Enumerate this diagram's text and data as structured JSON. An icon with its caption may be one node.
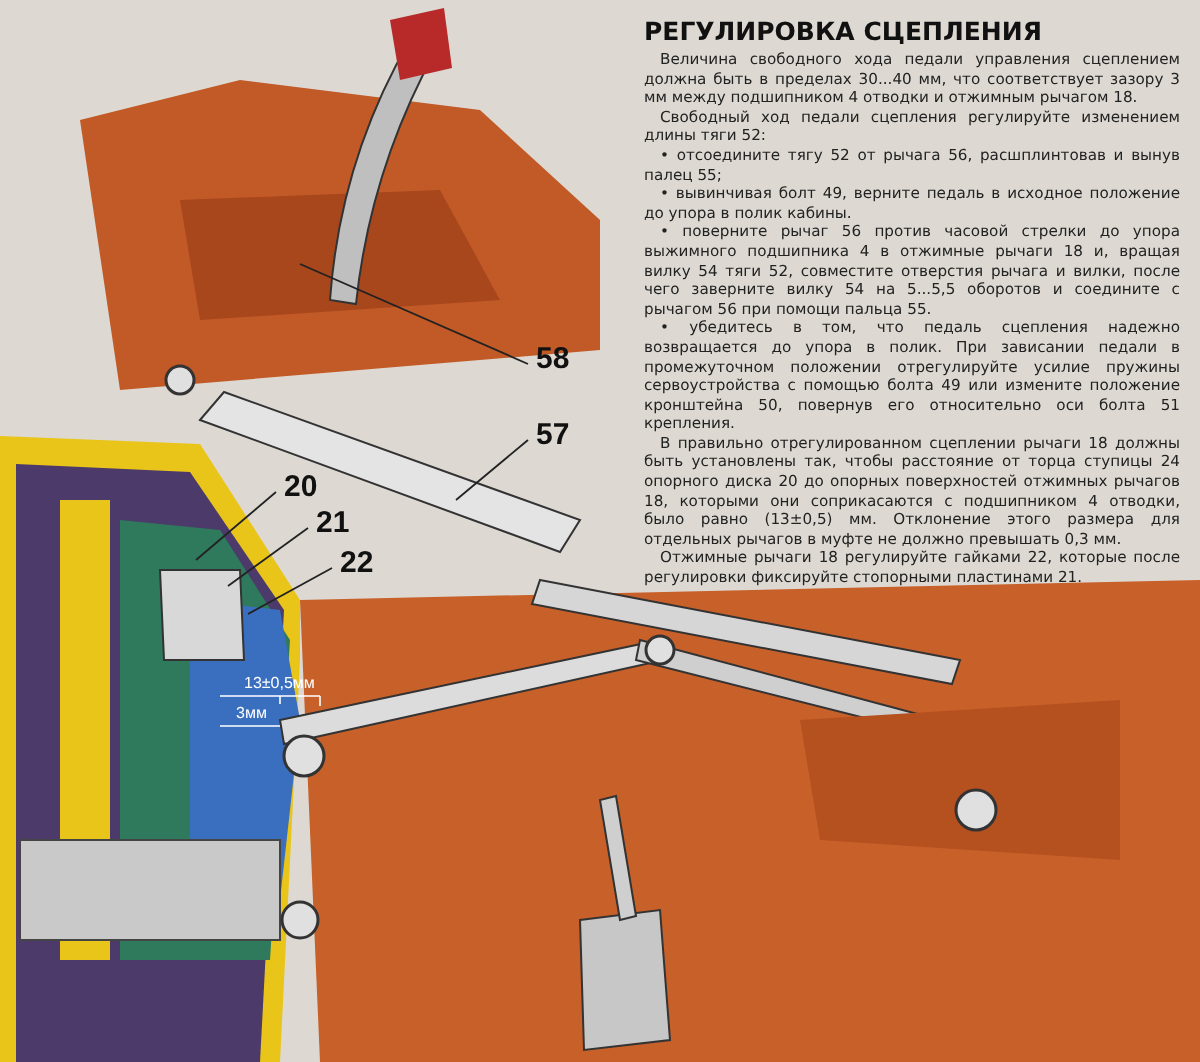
{
  "diagram": {
    "title": "РЕГУЛИРОВКА СЦЕПЛЕНИЯ",
    "nodes": [
      {
        "text": [
          "58"
        ]
      },
      {
        "text": [
          "57"
        ]
      },
      {
        "text": [
          "20"
        ]
      },
      {
        "text": [
          "21"
        ]
      },
      {
        "text": [
          "22"
        ]
      }
    ],
    "edges": [
      {
        "from": 0,
        "to": null,
        "arrow": "none"
      },
      {
        "from": 1,
        "to": null,
        "arrow": "none"
      },
      {
        "from": 2,
        "to": null,
        "arrow": "none"
      },
      {
        "from": 3,
        "to": null,
        "arrow": "none"
      },
      {
        "from": 4,
        "to": null,
        "arrow": "none"
      }
    ],
    "labels": [
      "Величина свободного хода педали управления сцеплением должна быть в пределах 30...40 мм, что соответствует зазору 3 мм между подшипником 4 отводки и отжимным рычагом 18.",
      "Свободный ход педали сцепления регулируйте изменением длины тяги 52:",
      "• отсоедините тягу 52 от рычага 56, расшплинтовав и вынув палец 55;",
      "• вывинчивая болт 49, верните педаль в исходное положение до упора в полик кабины.",
      "• поверните рычаг 56 против часовой стрелки до упора выжимного подшипника 4 в отжимные рычаги 18 и, вращая вилку 54 тяги 52, совместите отверстия рычага и вилки, после чего заверните вилку 54 на 5...5,5 оборотов и соедините с рычагом 56 при помощи пальца 55.",
      "• убедитесь в том, что педаль сцепления надежно возвращается до упора в полик. При зависании педали в промежуточном положении отрегулируйте усилие пружины сервоустройства с помощью болта 49 или измените положение кронштейна 50, повернув его относительно оси болта 51 крепления.",
      "В правильно отрегулированном сцеплении рычаги 18 должны быть установлены так, чтобы расстояние от торца ступицы 24 опорного диска 20 до опорных поверхностей отжимных рычагов 18, которыми они соприкасаются с подшипником 4 отводки, было равно (13±0,5) мм. Отклонение этого размера для отдельных рычагов в муфте не должно превышать 0,3 мм.",
      "Отжимные рычаги 18 регулируйте гайками 22, которые после регулировки фиксируйте стопорными пластинами 21.",
      "13±0,5мм",
      "3мм"
    ]
  }
}
